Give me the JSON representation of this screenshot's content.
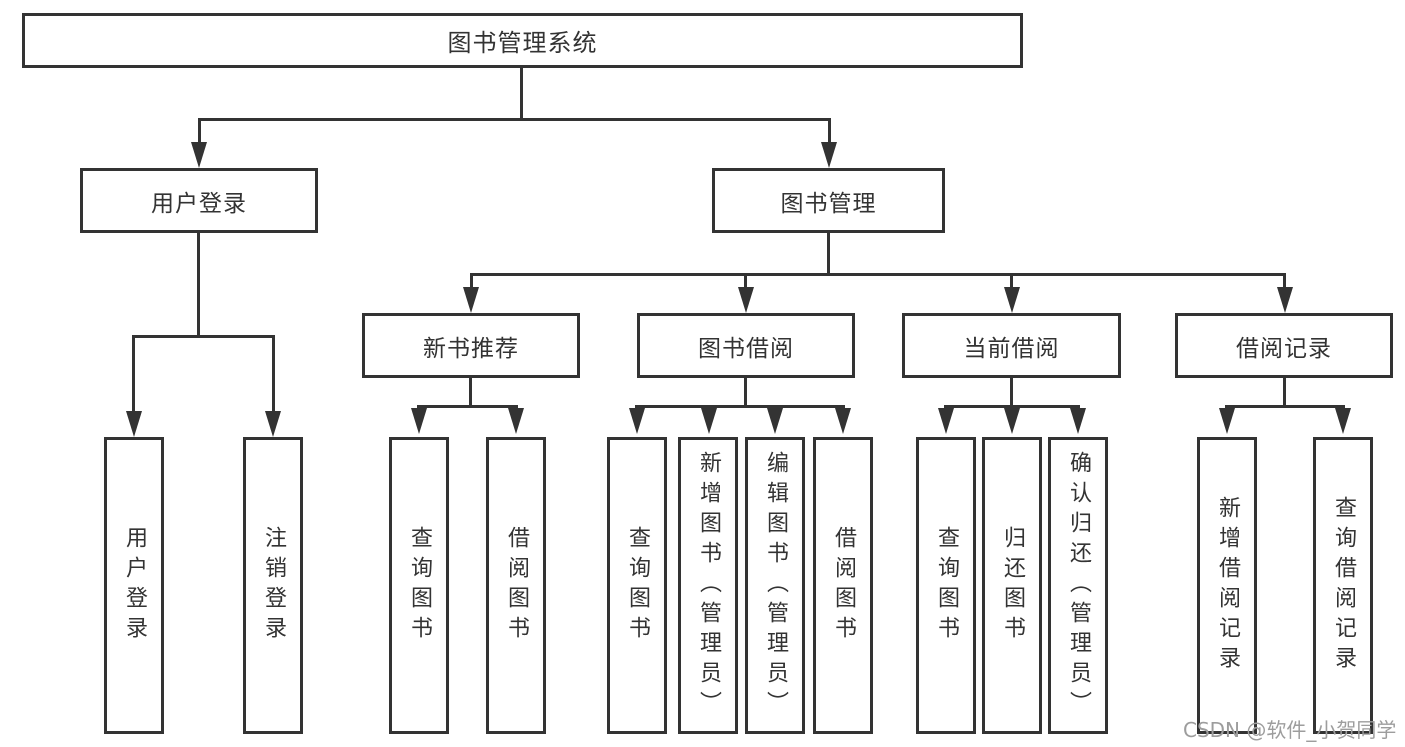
{
  "nodes": {
    "root": "图书管理系统",
    "user_login": "用户登录",
    "book_mgmt": "图书管理",
    "new_books": "新书推荐",
    "book_borrow": "图书借阅",
    "current_borrow": "当前借阅",
    "borrow_records": "借阅记录",
    "leaves": {
      "user_login": [
        "用户登录",
        "注销登录"
      ],
      "new_books": [
        "查询图书",
        "借阅图书"
      ],
      "book_borrow": [
        "查询图书",
        "新增图书（管理员）",
        "编辑图书（管理员）",
        "借阅图书"
      ],
      "current_borrow": [
        "查询图书",
        "归还图书",
        "确认归还（管理员）"
      ],
      "borrow_records": [
        "新增借阅记录",
        "查询借阅记录"
      ]
    }
  },
  "watermark": "CSDN @软件_小贺同学",
  "colors": {
    "line": "#333333",
    "box_background": "#ffffff",
    "text": "#333333",
    "watermark": "#9d9d9d"
  }
}
